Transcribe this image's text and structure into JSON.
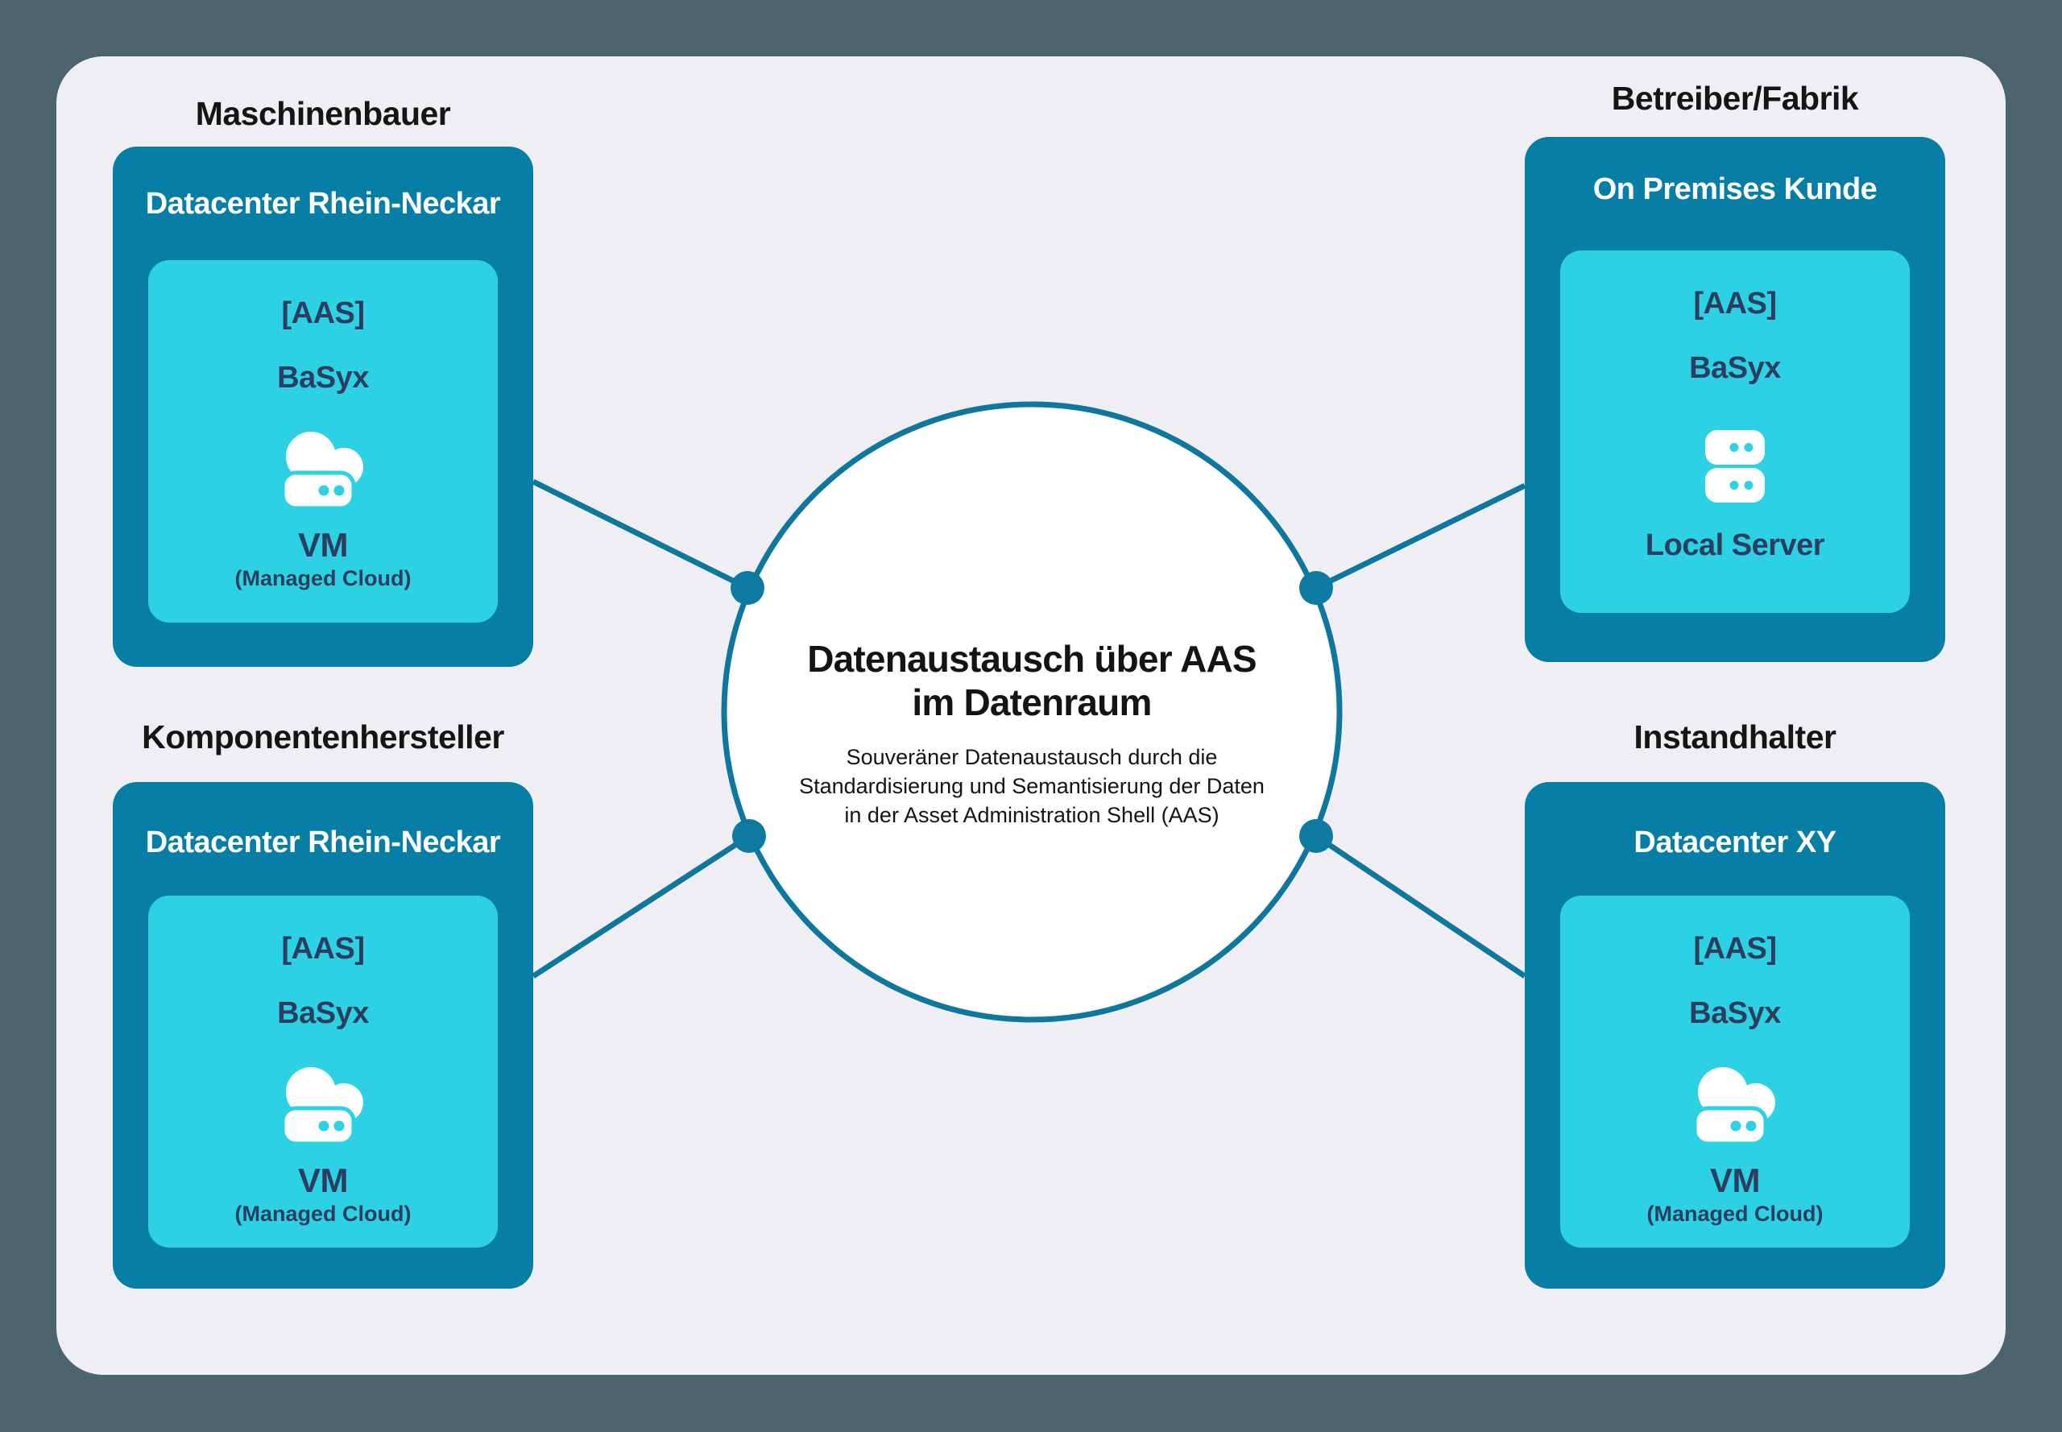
{
  "diagram": {
    "center": {
      "title_line1": "Datenaustausch über AAS",
      "title_line2": "im Datenraum",
      "subtitle_line1": "Souveräner Datenaustausch durch die",
      "subtitle_line2": "Standardisierung und Semantisierung der Daten",
      "subtitle_line3": "in der Asset Administration Shell (AAS)"
    },
    "groups": [
      {
        "label": "Maschinenbauer",
        "datacenter": "Datacenter Rhein-Neckar",
        "aas": "[AAS]",
        "platform": "BaSyx",
        "icon": "cloud-vm-icon",
        "infra": "VM",
        "infra_sub": "(Managed Cloud)"
      },
      {
        "label": "Betreiber/Fabrik",
        "datacenter": "On Premises Kunde",
        "aas": "[AAS]",
        "platform": "BaSyx",
        "icon": "server-icon",
        "infra": "Local Server",
        "infra_sub": ""
      },
      {
        "label": "Komponentenhersteller",
        "datacenter": "Datacenter Rhein-Neckar",
        "aas": "[AAS]",
        "platform": "BaSyx",
        "icon": "cloud-vm-icon",
        "infra": "VM",
        "infra_sub": "(Managed Cloud)"
      },
      {
        "label": "Instandhalter",
        "datacenter": "Datacenter XY",
        "aas": "[AAS]",
        "platform": "BaSyx",
        "icon": "cloud-vm-icon",
        "infra": "VM",
        "infra_sub": "(Managed Cloud)"
      }
    ],
    "colors": {
      "outer_background": "#4C646D",
      "panel_background": "#EFEFF3",
      "box_teal": "#077EA5",
      "inner_cyan": "#2CD2E4",
      "connector_teal": "#0E779E",
      "text_navy": "#2C3D5F",
      "text_black": "#151515",
      "text_white": "#FFFFFF",
      "circle_fill": "#FFFFFF"
    }
  }
}
